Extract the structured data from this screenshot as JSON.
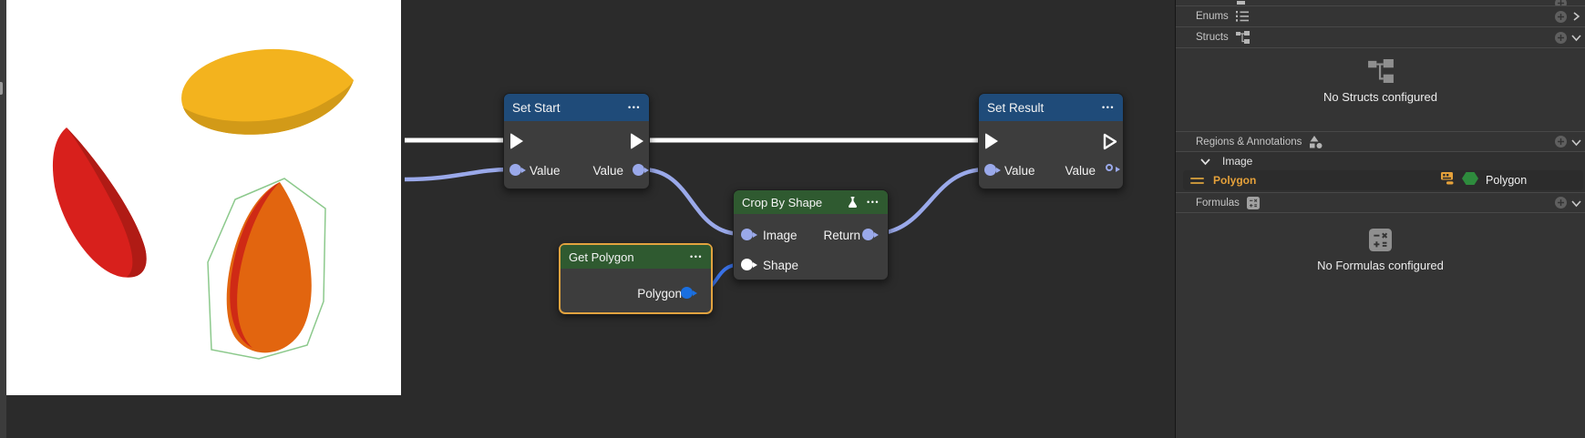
{
  "graph": {
    "set_start": {
      "title": "Set Start",
      "in_value": "Value",
      "out_value": "Value"
    },
    "crop_by_shape": {
      "title": "Crop By Shape",
      "in_image": "Image",
      "in_shape": "Shape",
      "out_return": "Return"
    },
    "get_polygon": {
      "title": "Get Polygon",
      "out_polygon": "Polygon"
    },
    "set_result": {
      "title": "Set Result",
      "in_value": "Value",
      "out_value": "Value"
    }
  },
  "panel": {
    "enums_label": "Enums",
    "structs_label": "Structs",
    "structs_empty": "No Structs configured",
    "regions_label": "Regions & Annotations",
    "image_group_label": "Image",
    "region_item_name": "Polygon",
    "region_item_type": "Polygon",
    "formulas_label": "Formulas",
    "formulas_empty": "No Formulas configured"
  },
  "icons": {
    "more_options": "•••"
  },
  "colors": {
    "canvas_bg": "#2b2b2b",
    "panel_bg": "#343434",
    "node_body": "#3d3d3d",
    "header_blue": "#1f4b79",
    "header_green": "#2f5a30",
    "selected_node_border": "#e2a33f",
    "exec_wire": "#ffffff",
    "value_wire": "#9aa9ea",
    "shape_wire": "#3a72e8",
    "shape_pin_blue": "#1a6fe0",
    "region_accent_orange": "#e5a13a",
    "polygon_type_green": "#2e8b3d",
    "annotation_outline_green": "#8cc98c",
    "petal_yellow": "#f3b31e",
    "petal_yellow_shade": "#d29a18",
    "petal_red": "#d8201c",
    "petal_red_shade": "#b01b15",
    "petal_orange": "#e2650f",
    "petal_orange_shade": "#cf2a15"
  }
}
